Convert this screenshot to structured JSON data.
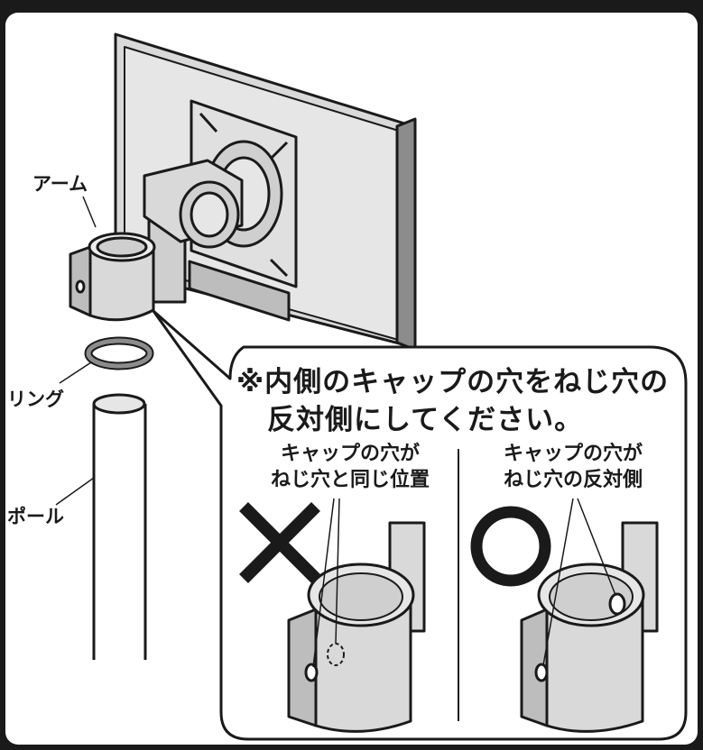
{
  "labels": {
    "arm": "アーム",
    "ring": "リング",
    "pole": "ポール"
  },
  "callout": {
    "line1": "※内側のキャップの穴をねじ穴の",
    "line2": "反対側にしてください。"
  },
  "wrong": {
    "caption_line1": "キャップの穴が",
    "caption_line2": "ねじ穴と同じ位置",
    "mark_icon": "cross-mark"
  },
  "correct": {
    "caption_line1": "キャップの穴が",
    "caption_line2": "ねじ穴の反対側",
    "mark_icon": "circle-mark"
  },
  "colors": {
    "frame": "#1a1a1a",
    "fill_light": "#e6e6e6",
    "fill_mid": "#bdbdbd",
    "fill_dark": "#8c8c8c"
  }
}
